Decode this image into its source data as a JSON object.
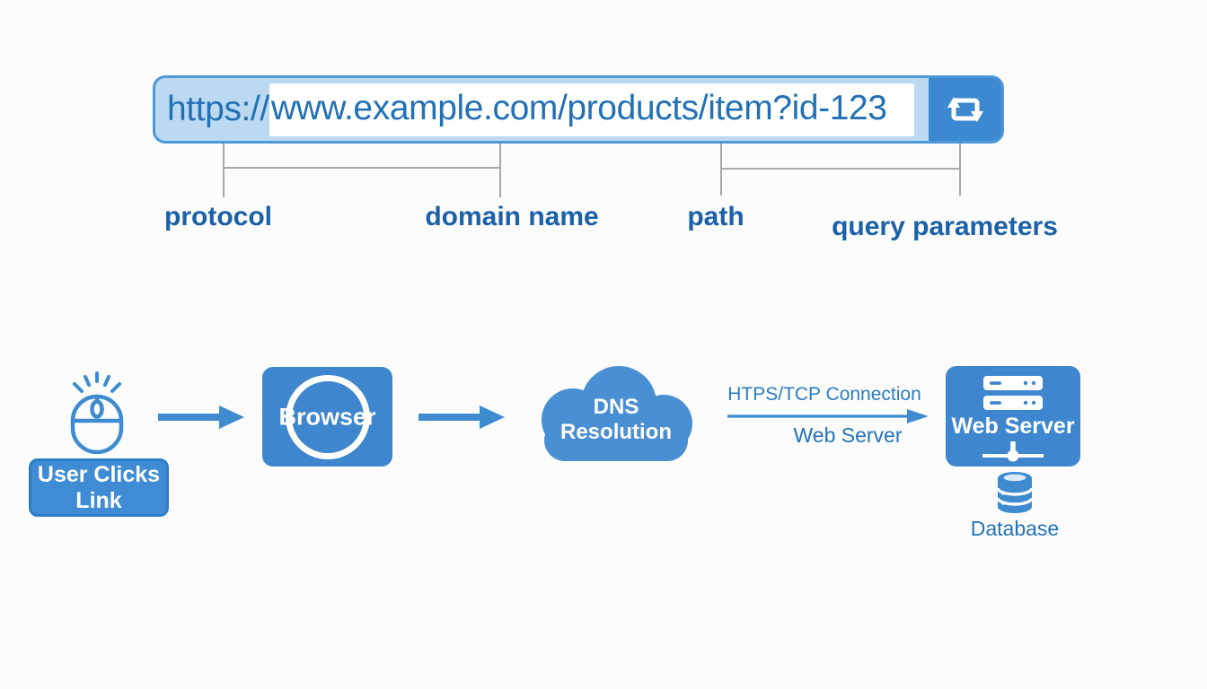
{
  "title": "URL structure and page load flow diagram",
  "colors": {
    "box_blue": "#3e86cd",
    "cloud_blue": "#4a8fd3",
    "arrow_blue": "#3e8bd0",
    "urlbar_fill": "#bcd9f2",
    "urlbar_border": "#4e98d8",
    "refresh_button": "#3c89d2",
    "url_text": "#2270b5",
    "part_label_text": "#1a61a8",
    "caption_text": "#2b7cc2",
    "connector_gray": "#a8a8a8"
  },
  "url_bar": {
    "protocol_segment": "https://",
    "highlighted_segment": "www.example.com/products/item?id-123"
  },
  "url_parts": [
    {
      "label": "protocol"
    },
    {
      "label": "domain name"
    },
    {
      "label": "path"
    },
    {
      "label": "query parameters"
    }
  ],
  "flow": {
    "user_clicks": {
      "line1": "User Clicks",
      "line2": "Link"
    },
    "browser": {
      "label": "Browser"
    },
    "dns": {
      "line1": "DNS",
      "line2": "Resolution"
    },
    "connection": {
      "label_above": "HTPS/TCP Connection",
      "label_below": "Web Server"
    },
    "web_server": {
      "label": "Web Server"
    },
    "database": {
      "label": "Database"
    }
  }
}
